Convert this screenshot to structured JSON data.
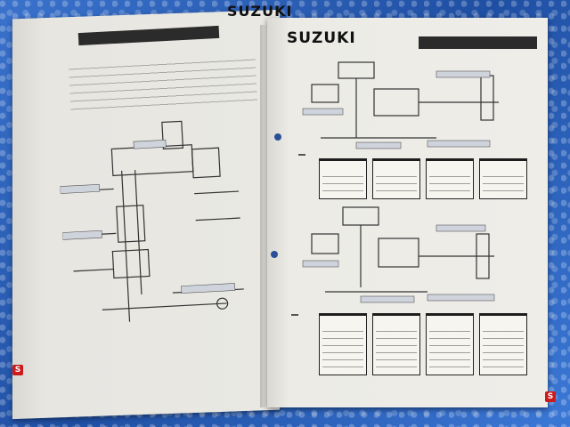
{
  "scene": {
    "description_role": "photo-of-open-manual",
    "brand_left": "SUZUKI",
    "brand_right": "SUZUKI",
    "logo_mark": "S"
  },
  "colors": {
    "tarp_blue": "#2d5fb8",
    "paper": "#e9e8e3",
    "header_dark": "#2b2b2b",
    "logo_red": "#cc1b1b"
  },
  "flows": {
    "top_tag": "",
    "bottom_tag": "",
    "top_heads": [
      "",
      "",
      "",
      ""
    ],
    "bottom_heads": [
      "",
      "",
      "",
      ""
    ]
  }
}
